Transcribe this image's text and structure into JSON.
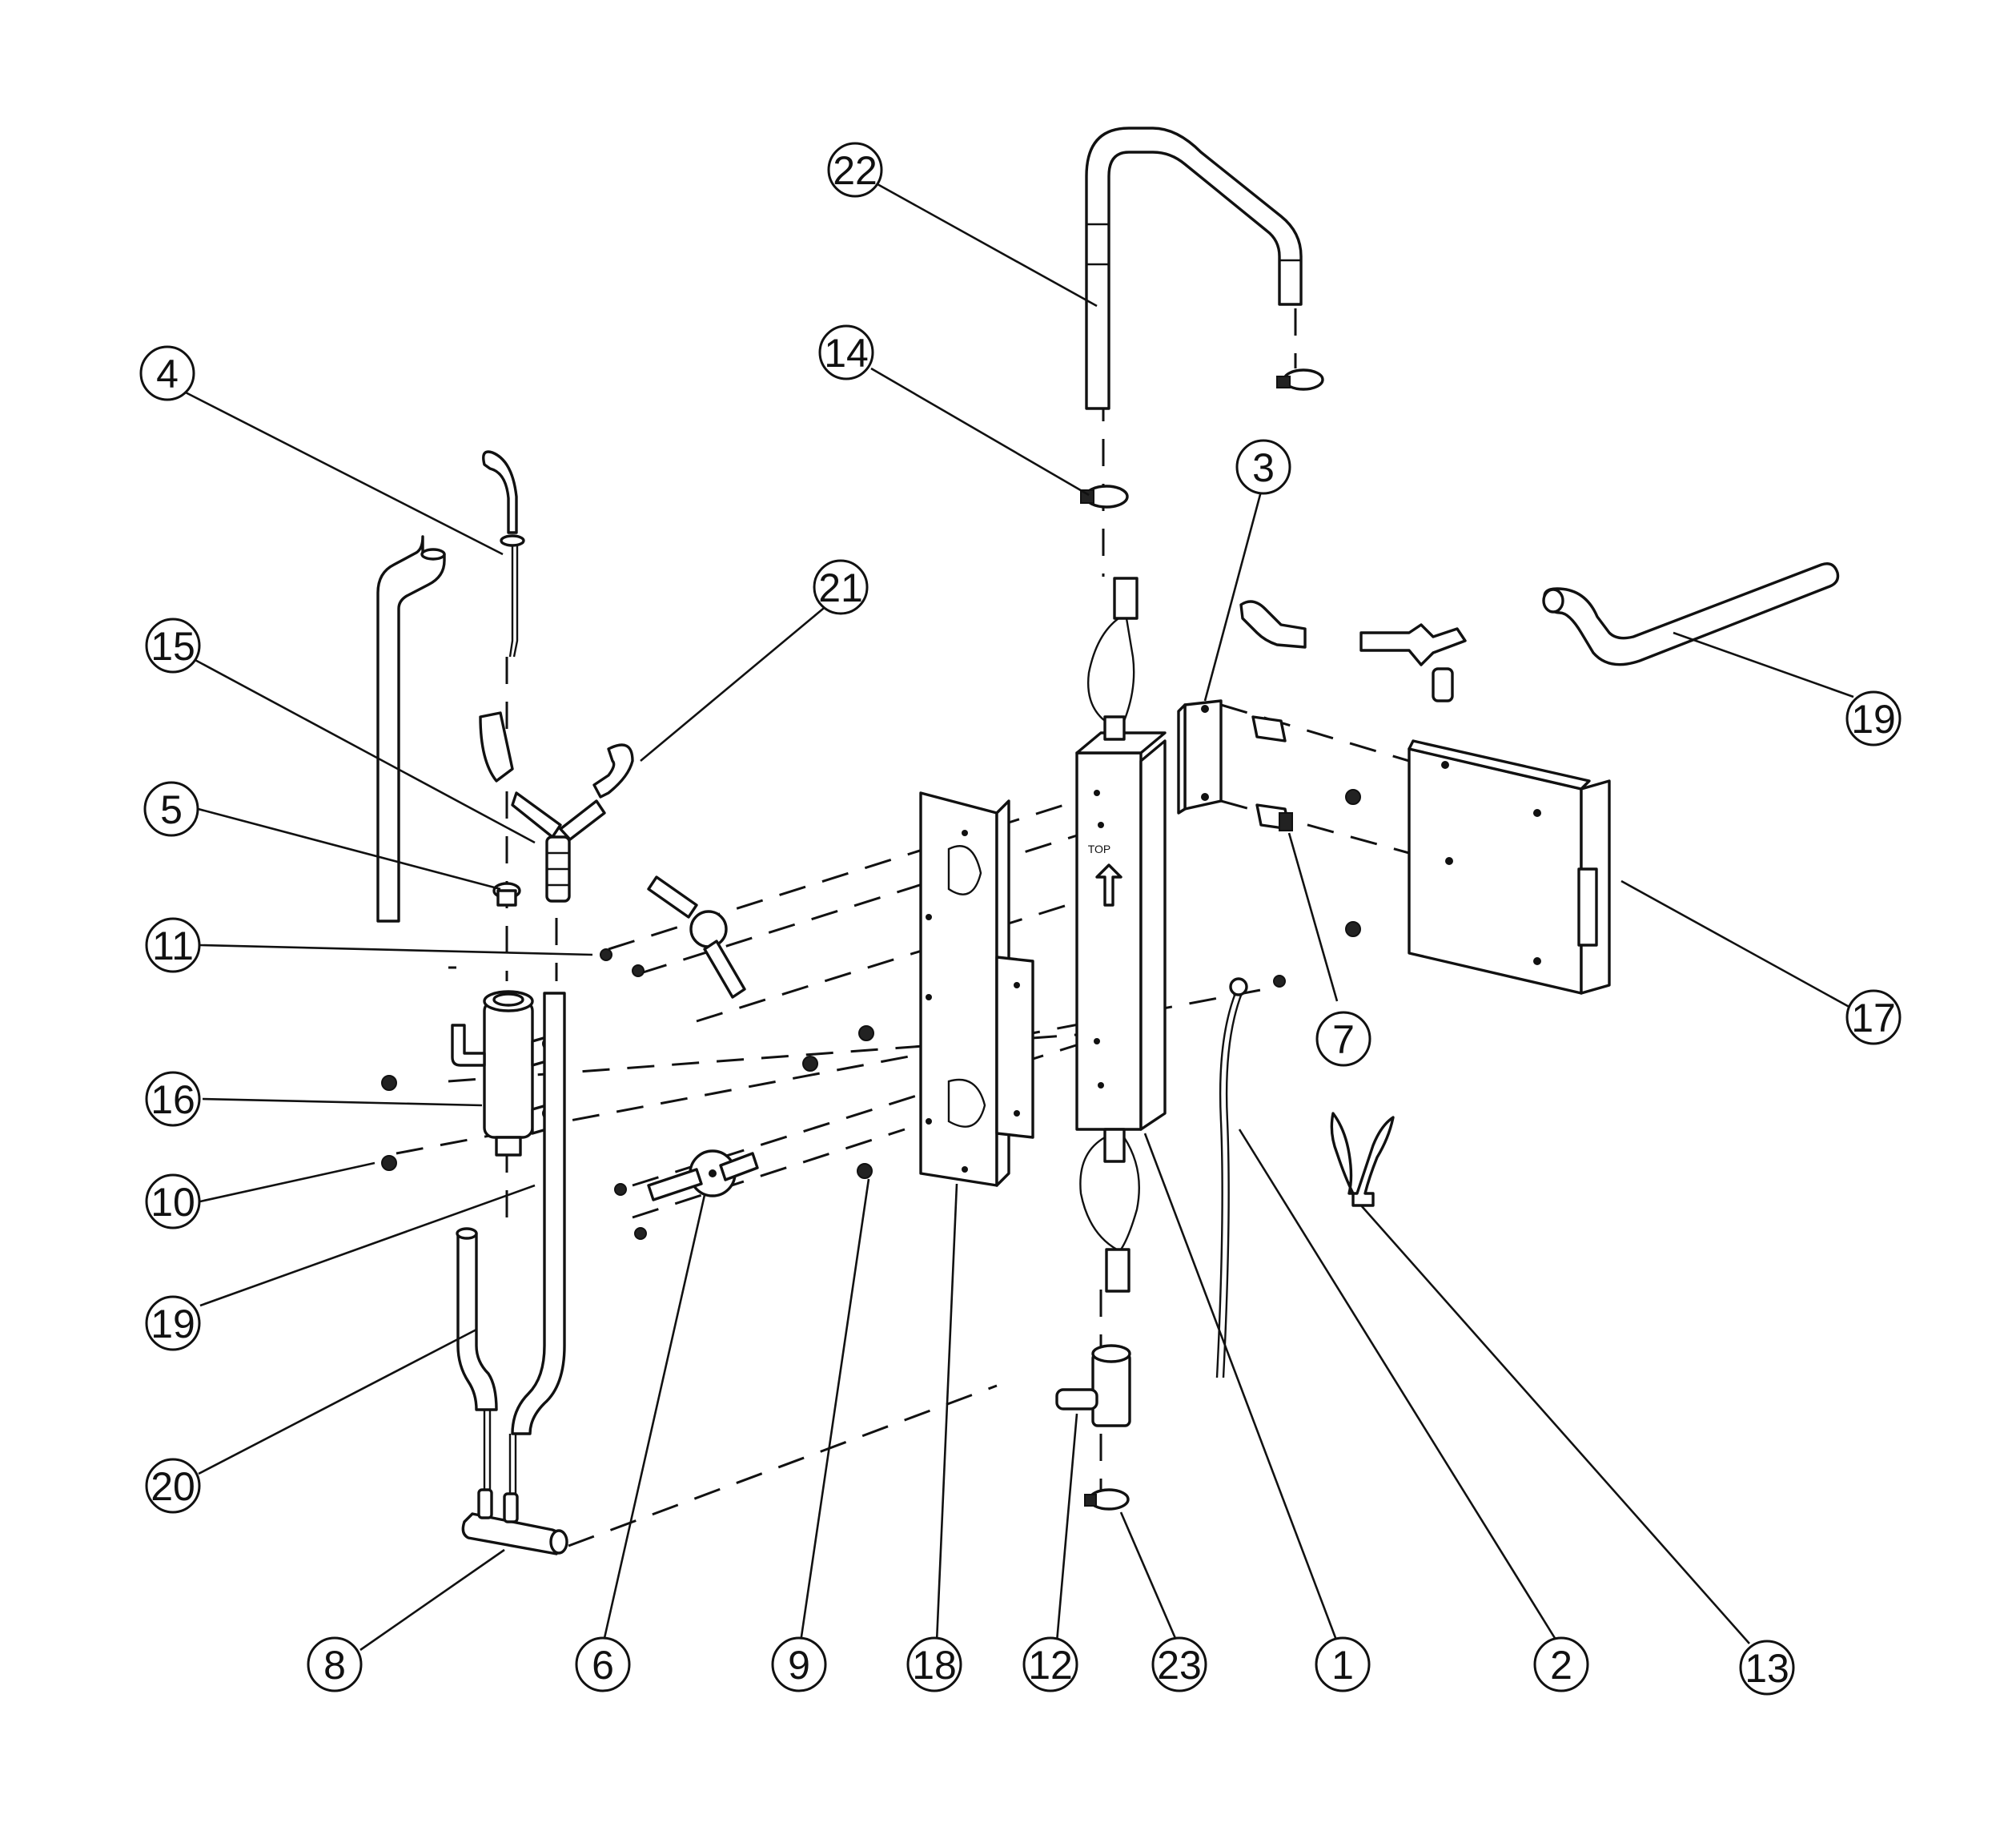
{
  "diagram": {
    "title": "",
    "callouts": [
      {
        "label": "22"
      },
      {
        "label": "14"
      },
      {
        "label": "4"
      },
      {
        "label": "3"
      },
      {
        "label": "21"
      },
      {
        "label": "19"
      },
      {
        "label": "15"
      },
      {
        "label": "5"
      },
      {
        "label": "11"
      },
      {
        "label": "16"
      },
      {
        "label": "10"
      },
      {
        "label": "19"
      },
      {
        "label": "20"
      },
      {
        "label": "17"
      },
      {
        "label": "7"
      },
      {
        "label": "8"
      },
      {
        "label": "6"
      },
      {
        "label": "9"
      },
      {
        "label": "18"
      },
      {
        "label": "12"
      },
      {
        "label": "23"
      },
      {
        "label": "1"
      },
      {
        "label": "2"
      },
      {
        "label": "13"
      }
    ],
    "markings": {
      "top_label": "TOP"
    }
  }
}
